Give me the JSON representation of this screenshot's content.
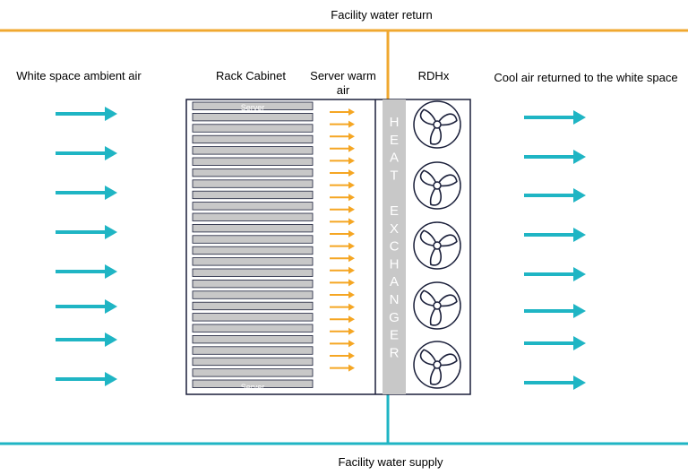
{
  "labels": {
    "return_line": "Facility water return",
    "supply_line": "Facility water supply",
    "ambient_air": "White space ambient air",
    "rack_cabinet": "Rack Cabinet",
    "server_warm_air_line1": "Server warm",
    "server_warm_air_line2": "air",
    "rdhx": "RDHx",
    "cool_air": "Cool air returned to the white space",
    "server_top": "Server",
    "server_bottom": "Server",
    "heat_exchanger_letters": [
      "H",
      "E",
      "A",
      "T",
      "",
      "E",
      "X",
      "C",
      "H",
      "A",
      "N",
      "G",
      "E",
      "R"
    ]
  },
  "counts": {
    "server_slots": 26,
    "warm_air_arrows": 22,
    "ambient_arrows": 8,
    "cool_arrows": 8,
    "fans": 5
  },
  "colors": {
    "return_water": "#f0a830",
    "supply_water": "#1fb5c4",
    "air_arrow": "#1fb5c4",
    "warm_air_arrow": "#f5a623",
    "server_fill": "#c8c8c8",
    "heat_exchanger_fill": "#c8c8c8",
    "outline": "#1a1f3a"
  },
  "icons": [
    "arrow-right-icon",
    "fan-icon"
  ]
}
